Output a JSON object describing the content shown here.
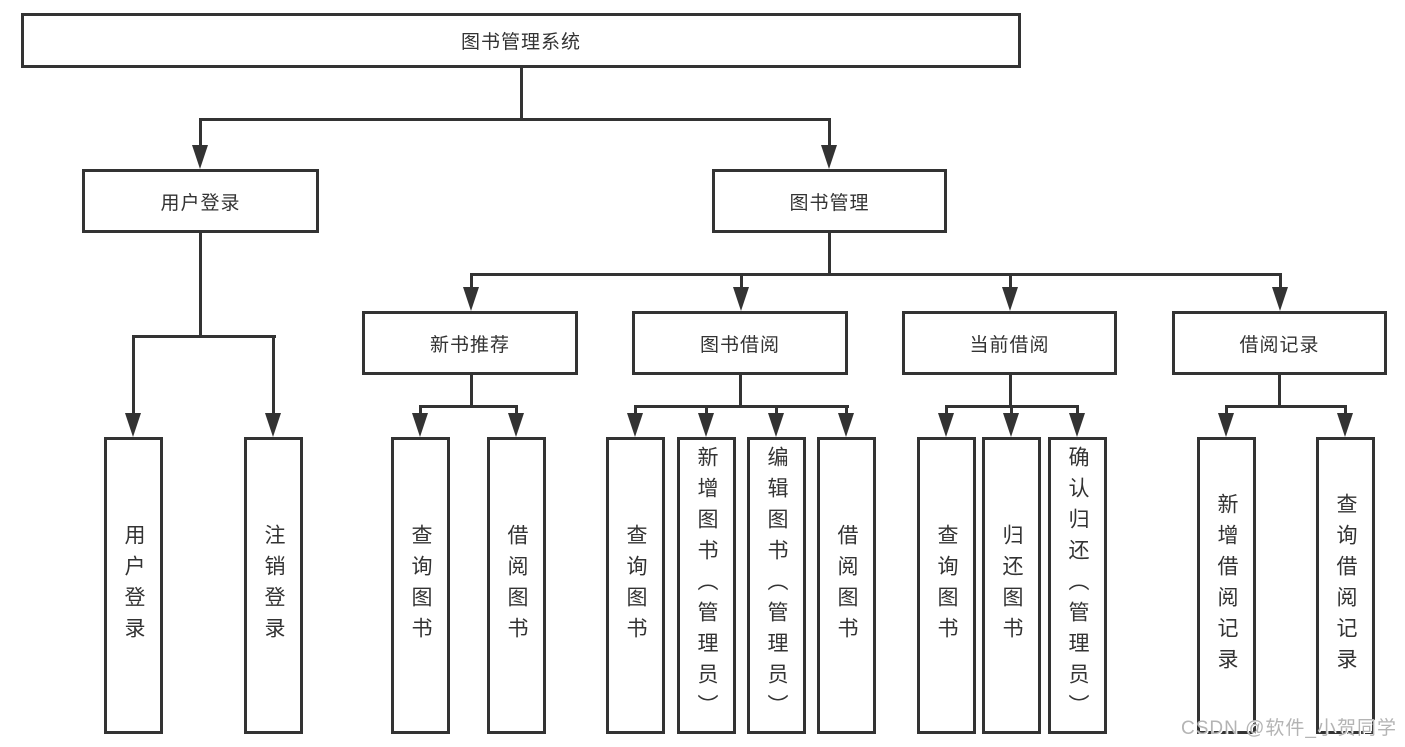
{
  "diagram": {
    "root": {
      "label": "图书管理系统",
      "children": [
        {
          "label": "用户登录",
          "children": [
            {
              "label": "用户登录"
            },
            {
              "label": "注销登录"
            }
          ]
        },
        {
          "label": "图书管理",
          "children": [
            {
              "label": "新书推荐",
              "children": [
                {
                  "label": "查询图书"
                },
                {
                  "label": "借阅图书"
                }
              ]
            },
            {
              "label": "图书借阅",
              "children": [
                {
                  "label": "查询图书"
                },
                {
                  "label": "新增图书（管理员）"
                },
                {
                  "label": "编辑图书（管理员）"
                },
                {
                  "label": "借阅图书"
                }
              ]
            },
            {
              "label": "当前借阅",
              "children": [
                {
                  "label": "查询图书"
                },
                {
                  "label": "归还图书"
                },
                {
                  "label": "确认归还（管理员）"
                }
              ]
            },
            {
              "label": "借阅记录",
              "children": [
                {
                  "label": "新增借阅记录"
                },
                {
                  "label": "查询借阅记录"
                }
              ]
            }
          ]
        }
      ]
    },
    "watermark": "CSDN @软件_小贺同学"
  },
  "theme": {
    "line_color": "#333333",
    "text_color": "#333333",
    "watermark_color": "#b4b4b4",
    "background": "#ffffff"
  }
}
